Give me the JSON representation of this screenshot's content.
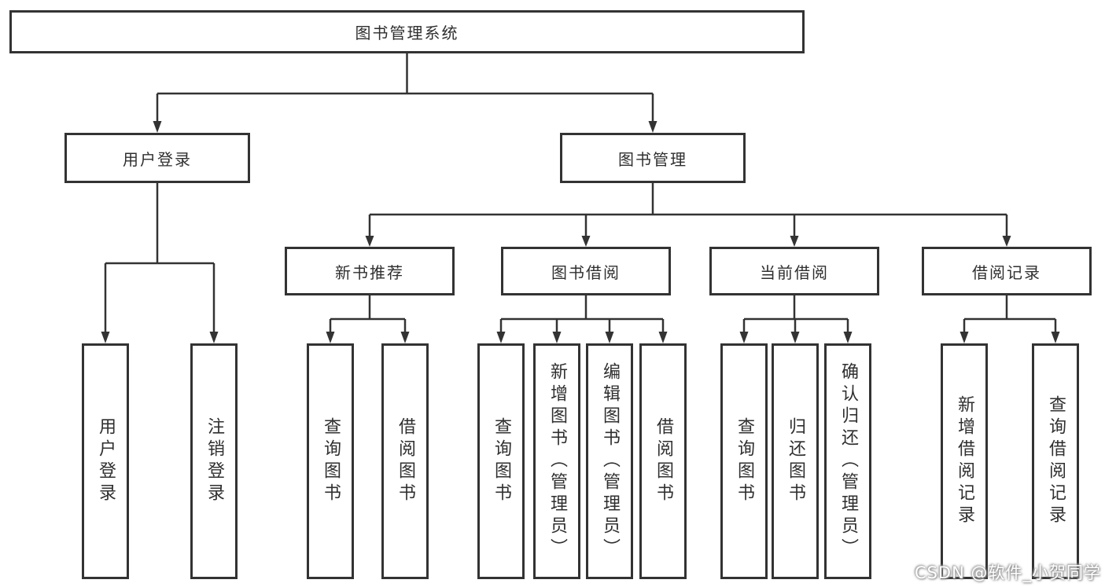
{
  "diagram": {
    "root": {
      "label": "图书管理系统"
    },
    "level2": [
      {
        "label": "用户登录"
      },
      {
        "label": "图书管理"
      }
    ],
    "level3": [
      {
        "label": "新书推荐"
      },
      {
        "label": "图书借阅"
      },
      {
        "label": "当前借阅"
      },
      {
        "label": "借阅记录"
      }
    ],
    "leaves": {
      "user_login": [
        "用户登录",
        "注销登录"
      ],
      "new_book_recommend": [
        "查询图书",
        "借阅图书"
      ],
      "book_borrow": [
        "查询图书",
        "新增图书（管理员）",
        "编辑图书（管理员）",
        "借阅图书"
      ],
      "current_borrow": [
        "查询图书",
        "归还图书",
        "确认归还（管理员）"
      ],
      "borrow_record": [
        "新增借阅记录",
        "查询借阅记录"
      ]
    }
  },
  "watermark": {
    "text": "CSDN @软件_小贺同学"
  },
  "colors": {
    "line": "#333333",
    "text": "#2f2f2f",
    "background": "#ffffff",
    "watermark_text": "#ffffff",
    "watermark_shadow": "#999999"
  }
}
